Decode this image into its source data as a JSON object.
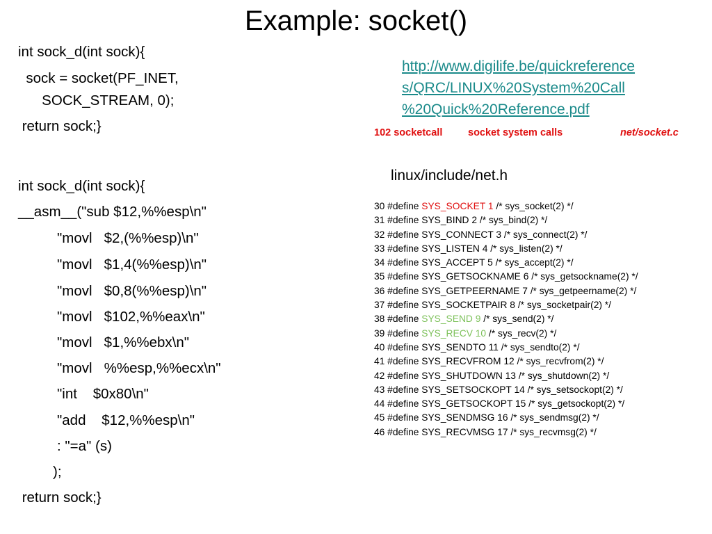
{
  "title": "Example: socket()",
  "colors": {
    "link": "#1a8a8a",
    "red": "#e01010",
    "green": "#7dc15a"
  },
  "code": [
    "int sock_d(int sock){",
    "  sock = socket(PF_INET,",
    "      SOCK_STREAM, 0);",
    " return sock;}",
    "int sock_d(int sock){",
    "__asm__(\"sub $12,%%esp\\n\"",
    "\"movl   $2,(%%esp)\\n\"",
    "\"movl   $1,4(%%esp)\\n\"",
    "\"movl   $0,8(%%esp)\\n\"",
    "\"movl   $102,%%eax\\n\"",
    "\"movl   $1,%%ebx\\n\"",
    "\"movl   %%esp,%%ecx\\n\"",
    "\"int    $0x80\\n\"",
    "\"add    $12,%%esp\\n\"",
    ": \"=a\" (s)",
    ");",
    " return sock;}"
  ],
  "link": {
    "line1": "http://www.digilife.be/quickreference",
    "line2": "s/QRC/LINUX%20System%20Call",
    "line3": "%20Quick%20Reference.pdf"
  },
  "syscall": {
    "num_name": "102 socketcall",
    "desc": "socket system calls",
    "file": "net/socket.c"
  },
  "header_file": "linux/include/net.h",
  "defines": [
    {
      "pre": "30 #define ",
      "name": "SYS_SOCKET 1",
      "post": " /* sys_socket(2) */",
      "hl": "red"
    },
    {
      "pre": "31 #define ",
      "name": "SYS_BIND 2",
      "post": " /* sys_bind(2) */",
      "hl": ""
    },
    {
      "pre": "32 #define ",
      "name": "SYS_CONNECT 3",
      "post": " /* sys_connect(2) */",
      "hl": ""
    },
    {
      "pre": "33 #define ",
      "name": "SYS_LISTEN 4",
      "post": " /* sys_listen(2) */",
      "hl": ""
    },
    {
      "pre": "34 #define ",
      "name": "SYS_ACCEPT 5",
      "post": " /* sys_accept(2) */",
      "hl": ""
    },
    {
      "pre": "35 #define ",
      "name": "SYS_GETSOCKNAME 6",
      "post": " /* sys_getsockname(2) */",
      "hl": ""
    },
    {
      "pre": "36 #define ",
      "name": "SYS_GETPEERNAME 7",
      "post": " /* sys_getpeername(2) */",
      "hl": ""
    },
    {
      "pre": "37 #define ",
      "name": "SYS_SOCKETPAIR 8",
      "post": " /* sys_socketpair(2) */",
      "hl": ""
    },
    {
      "pre": "38 #define ",
      "name": "SYS_SEND 9",
      "post": " /* sys_send(2) */",
      "hl": "green"
    },
    {
      "pre": "39 #define ",
      "name": "SYS_RECV 10",
      "post": " /* sys_recv(2) */",
      "hl": "green"
    },
    {
      "pre": "40 #define ",
      "name": "SYS_SENDTO 11",
      "post": " /* sys_sendto(2) */",
      "hl": ""
    },
    {
      "pre": "41 #define ",
      "name": "SYS_RECVFROM 12",
      "post": " /* sys_recvfrom(2) */",
      "hl": ""
    },
    {
      "pre": "42 #define ",
      "name": "SYS_SHUTDOWN 13",
      "post": " /* sys_shutdown(2) */",
      "hl": ""
    },
    {
      "pre": "43 #define ",
      "name": "SYS_SETSOCKOPT 14",
      "post": " /* sys_setsockopt(2) */",
      "hl": ""
    },
    {
      "pre": "44 #define ",
      "name": "SYS_GETSOCKOPT 15",
      "post": " /* sys_getsockopt(2) */",
      "hl": ""
    },
    {
      "pre": "45 #define ",
      "name": "SYS_SENDMSG 16",
      "post": " /* sys_sendmsg(2) */",
      "hl": ""
    },
    {
      "pre": "46 #define ",
      "name": "SYS_RECVMSG 17",
      "post": " /* sys_recvmsg(2) */",
      "hl": ""
    }
  ]
}
